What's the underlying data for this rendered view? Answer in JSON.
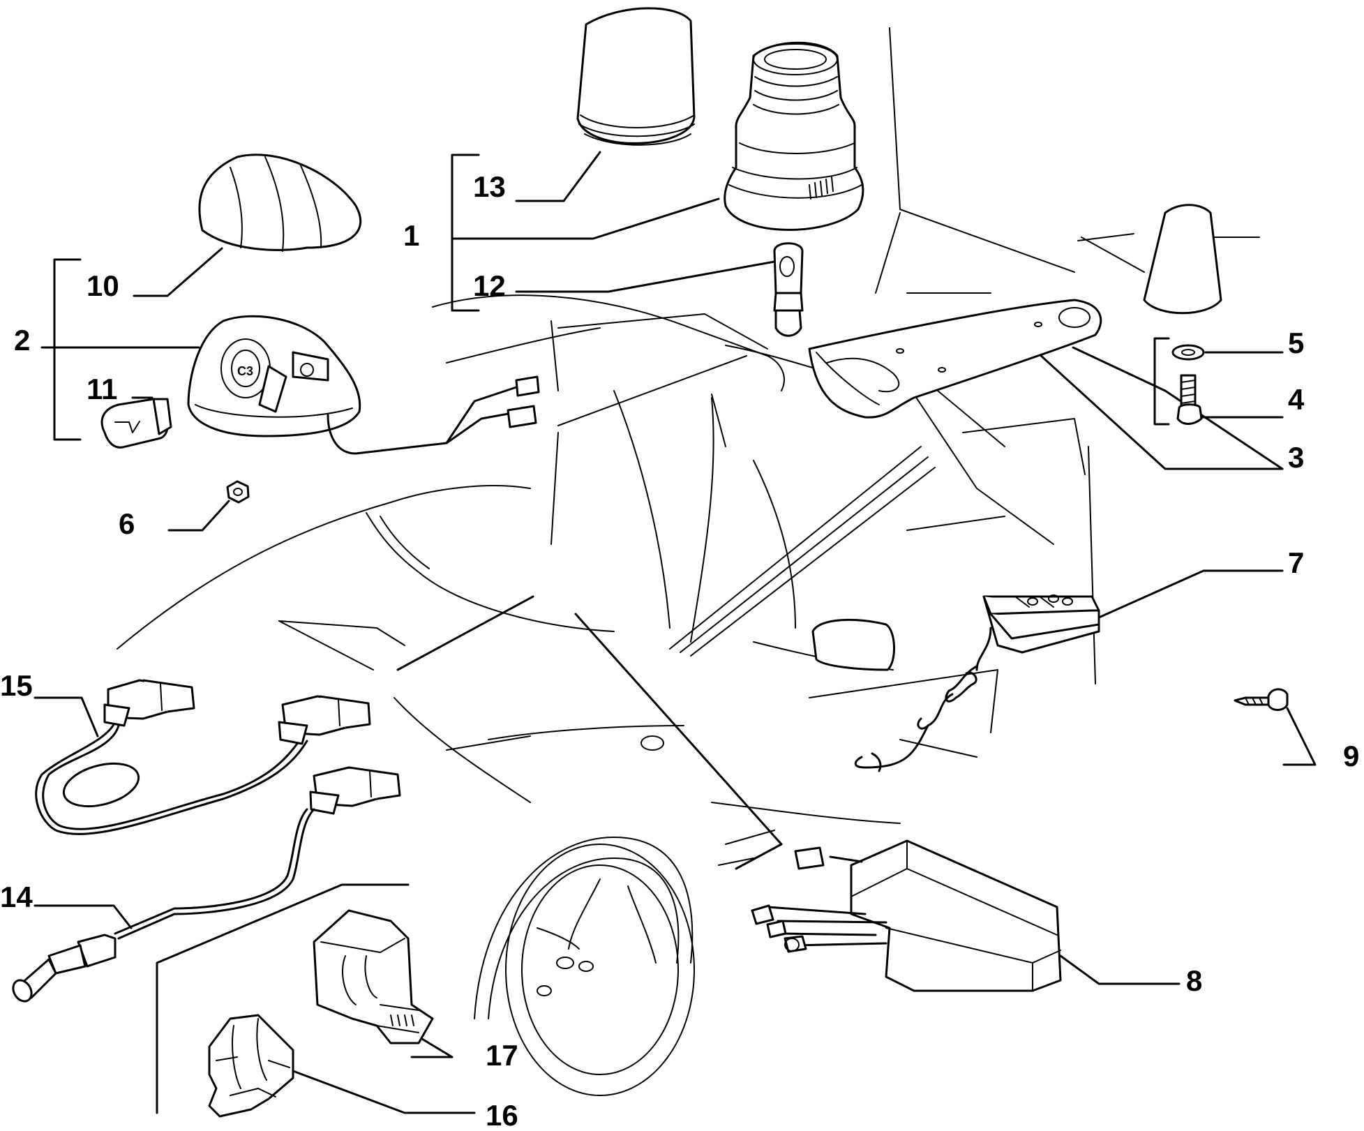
{
  "callouts": [
    {
      "id": "1",
      "text": "1"
    },
    {
      "id": "2",
      "text": "2"
    },
    {
      "id": "3",
      "text": "3"
    },
    {
      "id": "4",
      "text": "4"
    },
    {
      "id": "5",
      "text": "5"
    },
    {
      "id": "6",
      "text": "6"
    },
    {
      "id": "7",
      "text": "7"
    },
    {
      "id": "8",
      "text": "8"
    },
    {
      "id": "9",
      "text": "9"
    },
    {
      "id": "10",
      "text": "10"
    },
    {
      "id": "11",
      "text": "11"
    },
    {
      "id": "12",
      "text": "12"
    },
    {
      "id": "13",
      "text": "13"
    },
    {
      "id": "14",
      "text": "14"
    },
    {
      "id": "15",
      "text": "15"
    },
    {
      "id": "16",
      "text": "16"
    },
    {
      "id": "17",
      "text": "17"
    }
  ],
  "glyphs": {
    "part3_marking": "C3"
  }
}
